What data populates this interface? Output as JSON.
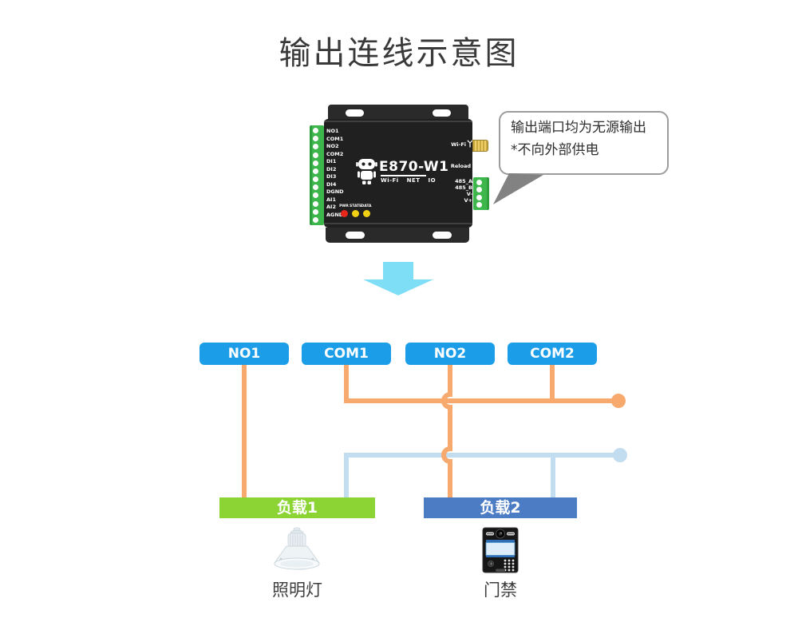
{
  "title": "输出连线示意图",
  "device": {
    "model": "E870-W1",
    "subtitle": "Wi-Fi NET IO",
    "left_terminals": [
      "NO1",
      "COM1",
      "NO2",
      "COM2",
      "DI1",
      "DI2",
      "DI3",
      "DI4",
      "DGND",
      "AI1",
      "AI2",
      "AGND"
    ],
    "leds": [
      {
        "label": "PWR",
        "color": "#e8271b"
      },
      {
        "label": "STATE",
        "color": "#f1d013"
      },
      {
        "label": "DATA",
        "color": "#f1d013"
      }
    ],
    "right": {
      "wifi_label": "Wi-Fi",
      "reload_label": "Reload",
      "terminals": [
        "485_A",
        "485_B",
        "V-",
        "V+"
      ]
    }
  },
  "callout": {
    "line1": "输出端口均为无源输出",
    "line2": "*不向外部供电"
  },
  "ports": [
    {
      "label": "NO1"
    },
    {
      "label": "COM1"
    },
    {
      "label": "NO2"
    },
    {
      "label": "COM2"
    }
  ],
  "loads": [
    {
      "label": "负载1",
      "caption": "照明灯",
      "color": "#8cd433"
    },
    {
      "label": "负载2",
      "caption": "门禁",
      "color": "#4b7cc4"
    }
  ],
  "icons": {
    "robot_logo": "robot mascot",
    "wifi_antenna": "antenna glyph",
    "down_arrow": "thick cyan down arrow",
    "lamp": "high-bay industrial lamp",
    "access_control": "door access keypad terminal",
    "wire_endpoint": "filled circle wire terminal"
  },
  "colors": {
    "port_box_blue": "#1b9de8",
    "wire_orange": "#f7a96e",
    "wire_light_blue": "#c3ddf0",
    "load1_green": "#8cd433",
    "load2_blue": "#4b7cc4",
    "arrow_cyan": "#7edef6",
    "device_body": "#202020",
    "terminal_green": "#3db64b",
    "led_red": "#e8271b",
    "led_yellow": "#f1d013"
  }
}
